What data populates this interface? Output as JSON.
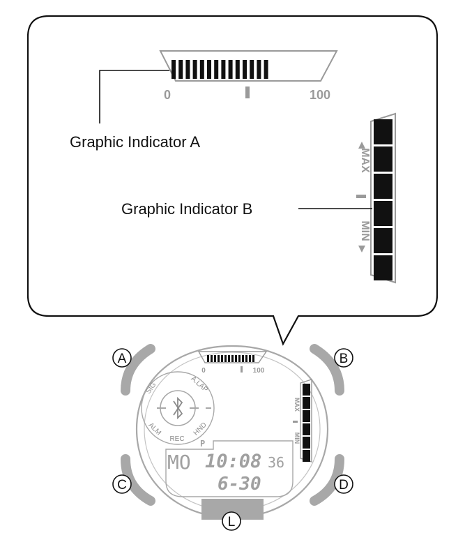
{
  "callout": {
    "indicator_a": {
      "label": "Graphic Indicator A",
      "scale_min": "0",
      "scale_max": "100",
      "segments": 14
    },
    "indicator_b": {
      "label": "Graphic Indicator B",
      "max_label": "MAX",
      "min_label": "MIN",
      "segments": 6
    }
  },
  "watch": {
    "buttons": {
      "a": "A",
      "b": "B",
      "c": "C",
      "d": "D",
      "l": "L"
    },
    "gauge_a": {
      "scale_min": "0",
      "scale_max": "100",
      "segments": 14
    },
    "gauge_b": {
      "max_label": "MAX",
      "min_label": "MIN",
      "segments": 6
    },
    "mode_ring": {
      "sig": "SIG",
      "alap": "A.LAP",
      "alm": "ALM",
      "rec": "REC",
      "hnd": "HND",
      "bluetooth_icon": "bluetooth-icon"
    },
    "display": {
      "day": "MO",
      "pm": "P",
      "time": "10:08",
      "seconds": "36",
      "date": "6-30"
    }
  },
  "colors": {
    "line": "#111111",
    "gray": "#a8a8a8",
    "button_gray": "#9e9e9e"
  }
}
